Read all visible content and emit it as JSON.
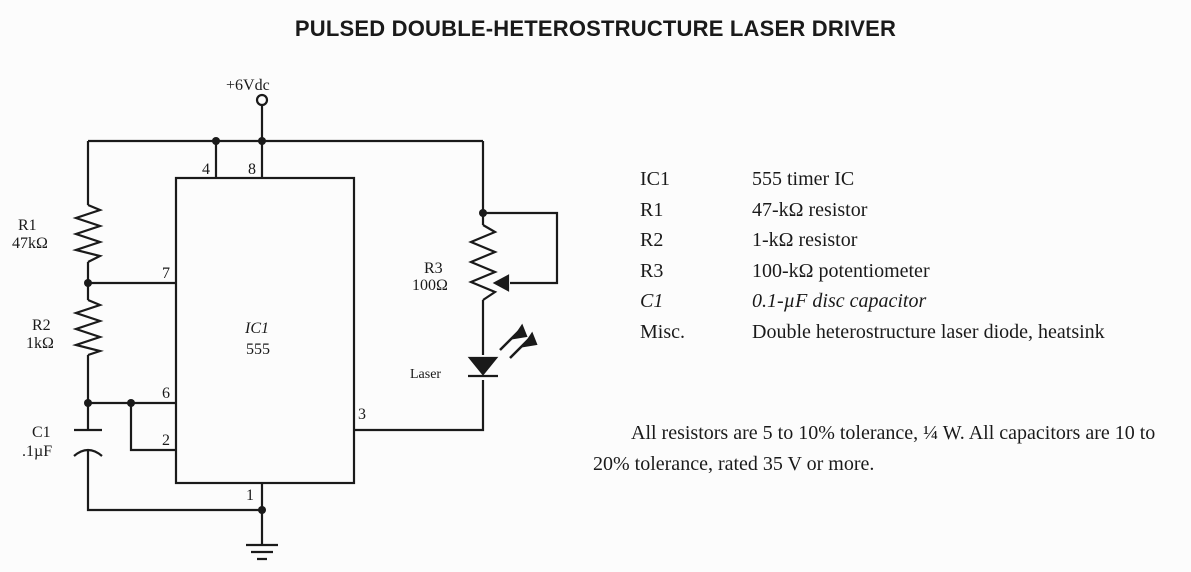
{
  "title": "PULSED DOUBLE-HETEROSTRUCTURE LASER DRIVER",
  "schematic": {
    "supply": "+6Vdc",
    "r1_ref": "R1",
    "r1_val": "47kΩ",
    "r2_ref": "R2",
    "r2_val": "1kΩ",
    "r3_ref": "R3",
    "r3_val": "100Ω",
    "c1_ref": "C1",
    "c1_val": ".1µF",
    "ic_ref": "IC1",
    "ic_type": "555",
    "laser": "Laser",
    "pins": {
      "p1": "1",
      "p2": "2",
      "p3": "3",
      "p4": "4",
      "p6": "6",
      "p7": "7",
      "p8": "8"
    }
  },
  "parts": [
    {
      "ref": "IC1",
      "desc": "555 timer IC"
    },
    {
      "ref": "R1",
      "desc": "47-kΩ resistor"
    },
    {
      "ref": "R2",
      "desc": "1-kΩ resistor"
    },
    {
      "ref": "R3",
      "desc": "100-kΩ potentiometer"
    },
    {
      "ref": "C1",
      "desc": "0.1-µF disc capacitor"
    },
    {
      "ref": "Misc.",
      "desc": "Double heterostructure laser diode, heatsink"
    }
  ],
  "note": "All resistors are 5 to 10% tolerance, ¼ W. All capacitors are 10 to 20% tolerance, rated 35 V or more."
}
